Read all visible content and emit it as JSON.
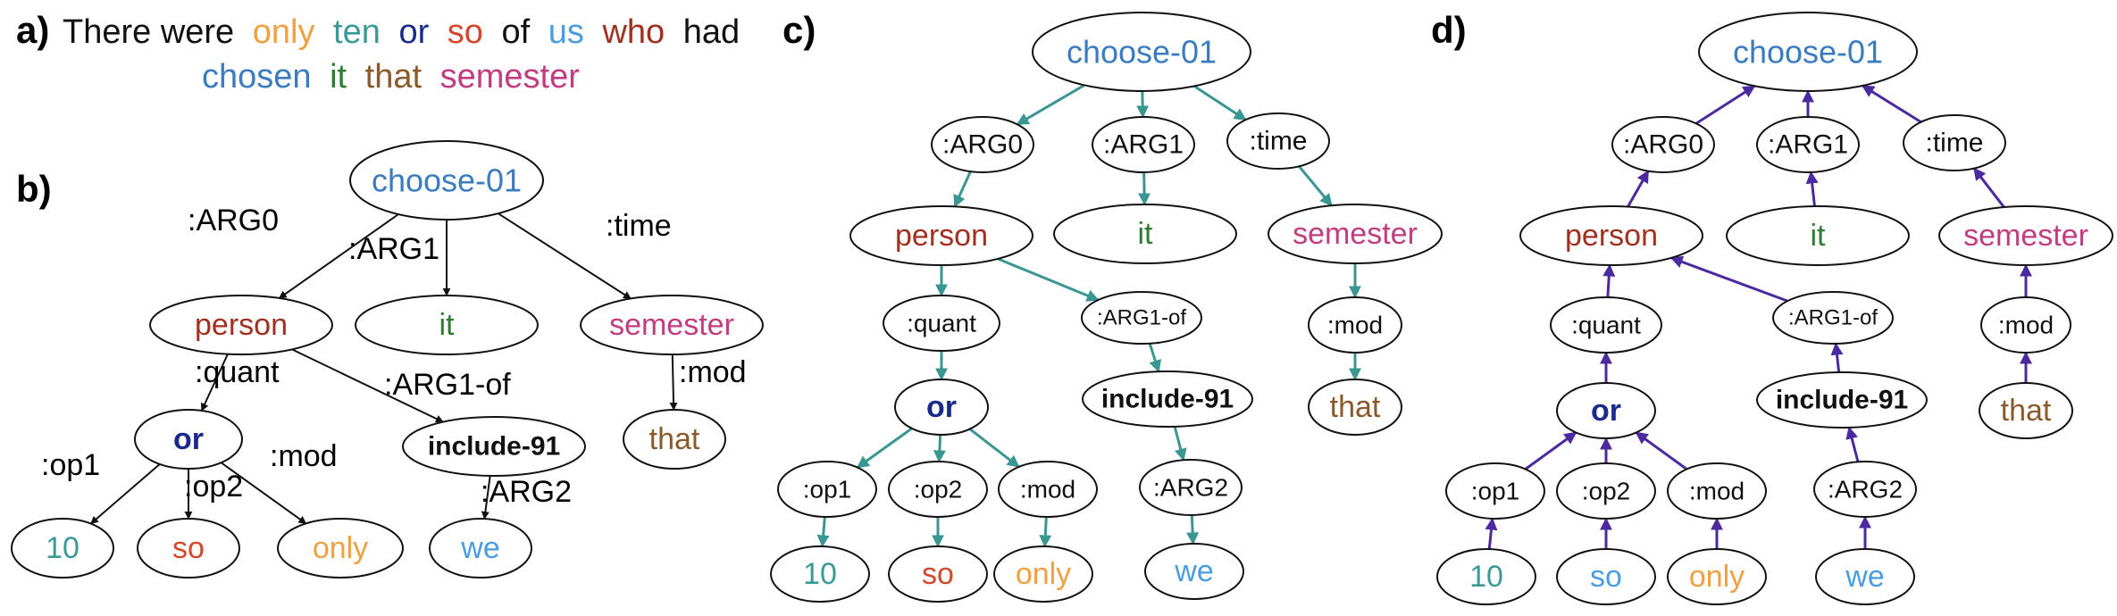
{
  "panels": {
    "a": "a)",
    "b": "b)",
    "c": "c)",
    "d": "d)"
  },
  "sentence": {
    "line1": [
      {
        "text": "There were",
        "color": "#111111"
      },
      {
        "text": "only",
        "color": "#f0a040"
      },
      {
        "text": "ten",
        "color": "#3a9a96"
      },
      {
        "text": "or",
        "color": "#1a2a8a"
      },
      {
        "text": "so",
        "color": "#d4472a"
      },
      {
        "text": "of",
        "color": "#111111"
      },
      {
        "text": "us",
        "color": "#4a9de0"
      },
      {
        "text": "who",
        "color": "#a23020"
      },
      {
        "text": "had",
        "color": "#111111"
      }
    ],
    "line2": [
      {
        "text": "chosen",
        "color": "#3a7cbf"
      },
      {
        "text": "it",
        "color": "#2e7d32"
      },
      {
        "text": "that",
        "color": "#8b5a2b"
      },
      {
        "text": "semester",
        "color": "#c23c80"
      }
    ]
  },
  "colors": {
    "choose": "#3a7cbf",
    "person": "#a23020",
    "it": "#2e7d32",
    "semester": "#c23c80",
    "or": "#1a2a8a",
    "ten": "#3a9a96",
    "so": "#d4472a",
    "only": "#f0a040",
    "that": "#8b5a2b",
    "we": "#4a9de0",
    "include": "#111111",
    "role": "#111111",
    "edge_b": "#111111",
    "edge_c": "#3a9690",
    "edge_d": "#4b2aa0"
  },
  "graph_b": {
    "nodes": [
      {
        "id": "choose",
        "text": "choose-01",
        "color": "choose"
      },
      {
        "id": "person",
        "text": "person",
        "color": "person"
      },
      {
        "id": "it",
        "text": "it",
        "color": "it"
      },
      {
        "id": "semester",
        "text": "semester",
        "color": "semester"
      },
      {
        "id": "or",
        "text": "or",
        "color": "or",
        "bold": true
      },
      {
        "id": "include",
        "text": "include-91",
        "color": "include",
        "bold": true
      },
      {
        "id": "that",
        "text": "that",
        "color": "that"
      },
      {
        "id": "ten",
        "text": "10",
        "color": "ten"
      },
      {
        "id": "so",
        "text": "so",
        "color": "so"
      },
      {
        "id": "only",
        "text": "only",
        "color": "only"
      },
      {
        "id": "we",
        "text": "we",
        "color": "we"
      }
    ],
    "edges": [
      {
        "from": "choose",
        "to": "person",
        "label": ":ARG0"
      },
      {
        "from": "choose",
        "to": "it",
        "label": ":ARG1"
      },
      {
        "from": "choose",
        "to": "semester",
        "label": ":time"
      },
      {
        "from": "person",
        "to": "or",
        "label": ":quant"
      },
      {
        "from": "person",
        "to": "include",
        "label": ":ARG1-of"
      },
      {
        "from": "semester",
        "to": "that",
        "label": ":mod"
      },
      {
        "from": "or",
        "to": "ten",
        "label": ":op1"
      },
      {
        "from": "or",
        "to": "so",
        "label": ":op2"
      },
      {
        "from": "or",
        "to": "only",
        "label": ":mod"
      },
      {
        "from": "include",
        "to": "we",
        "label": ":ARG2"
      }
    ]
  },
  "graph_c": {
    "nodes": [
      {
        "id": "choose",
        "text": "choose-01",
        "color": "choose"
      },
      {
        "id": "arg0",
        "text": ":ARG0",
        "color": "role"
      },
      {
        "id": "arg1",
        "text": ":ARG1",
        "color": "role"
      },
      {
        "id": "time",
        "text": ":time",
        "color": "role"
      },
      {
        "id": "person",
        "text": "person",
        "color": "person"
      },
      {
        "id": "it",
        "text": "it",
        "color": "it"
      },
      {
        "id": "semester",
        "text": "semester",
        "color": "semester"
      },
      {
        "id": "quant",
        "text": ":quant",
        "color": "role"
      },
      {
        "id": "arg1of",
        "text": ":ARG1-of",
        "color": "role"
      },
      {
        "id": "mod",
        "text": ":mod",
        "color": "role"
      },
      {
        "id": "or",
        "text": "or",
        "color": "or",
        "bold": true
      },
      {
        "id": "include",
        "text": "include-91",
        "color": "include",
        "bold": true
      },
      {
        "id": "that",
        "text": "that",
        "color": "that"
      },
      {
        "id": "op1",
        "text": ":op1",
        "color": "role"
      },
      {
        "id": "op2",
        "text": ":op2",
        "color": "role"
      },
      {
        "id": "mod2",
        "text": ":mod",
        "color": "role"
      },
      {
        "id": "arg2",
        "text": ":ARG2",
        "color": "role"
      },
      {
        "id": "ten",
        "text": "10",
        "color": "ten"
      },
      {
        "id": "so",
        "text": "so",
        "color": "so"
      },
      {
        "id": "only",
        "text": "only",
        "color": "only"
      },
      {
        "id": "we",
        "text": "we",
        "color": "we"
      }
    ],
    "edges": [
      [
        "choose",
        "arg0"
      ],
      [
        "choose",
        "arg1"
      ],
      [
        "choose",
        "time"
      ],
      [
        "arg0",
        "person"
      ],
      [
        "arg1",
        "it"
      ],
      [
        "time",
        "semester"
      ],
      [
        "person",
        "quant"
      ],
      [
        "person",
        "arg1of"
      ],
      [
        "semester",
        "mod"
      ],
      [
        "quant",
        "or"
      ],
      [
        "arg1of",
        "include"
      ],
      [
        "mod",
        "that"
      ],
      [
        "or",
        "op1"
      ],
      [
        "or",
        "op2"
      ],
      [
        "or",
        "mod2"
      ],
      [
        "include",
        "arg2"
      ],
      [
        "op1",
        "ten"
      ],
      [
        "op2",
        "so"
      ],
      [
        "mod2",
        "only"
      ],
      [
        "arg2",
        "we"
      ]
    ]
  },
  "graph_d": {
    "nodes": [
      {
        "id": "choose",
        "text": "choose-01",
        "color": "choose"
      },
      {
        "id": "arg0",
        "text": ":ARG0",
        "color": "role"
      },
      {
        "id": "arg1",
        "text": ":ARG1",
        "color": "role"
      },
      {
        "id": "time",
        "text": ":time",
        "color": "role"
      },
      {
        "id": "person",
        "text": "person",
        "color": "person"
      },
      {
        "id": "it",
        "text": "it",
        "color": "it"
      },
      {
        "id": "semester",
        "text": "semester",
        "color": "semester"
      },
      {
        "id": "quant",
        "text": ":quant",
        "color": "role"
      },
      {
        "id": "arg1of",
        "text": ":ARG1-of",
        "color": "role"
      },
      {
        "id": "mod",
        "text": ":mod",
        "color": "role"
      },
      {
        "id": "or",
        "text": "or",
        "color": "or",
        "bold": true
      },
      {
        "id": "include",
        "text": "include-91",
        "color": "include",
        "bold": true
      },
      {
        "id": "that",
        "text": "that",
        "color": "that"
      },
      {
        "id": "op1",
        "text": ":op1",
        "color": "role"
      },
      {
        "id": "op2",
        "text": ":op2",
        "color": "role"
      },
      {
        "id": "mod2",
        "text": ":mod",
        "color": "role"
      },
      {
        "id": "arg2",
        "text": ":ARG2",
        "color": "role"
      },
      {
        "id": "ten",
        "text": "10",
        "color": "ten"
      },
      {
        "id": "so",
        "text": "so",
        "color": "we"
      },
      {
        "id": "only",
        "text": "only",
        "color": "only"
      },
      {
        "id": "we",
        "text": "we",
        "color": "we"
      }
    ],
    "edges": [
      [
        "arg0",
        "choose"
      ],
      [
        "arg1",
        "choose"
      ],
      [
        "time",
        "choose"
      ],
      [
        "person",
        "arg0"
      ],
      [
        "it",
        "arg1"
      ],
      [
        "semester",
        "time"
      ],
      [
        "quant",
        "person"
      ],
      [
        "arg1of",
        "person"
      ],
      [
        "mod",
        "semester"
      ],
      [
        "or",
        "quant"
      ],
      [
        "include",
        "arg1of"
      ],
      [
        "that",
        "mod"
      ],
      [
        "op1",
        "or"
      ],
      [
        "op2",
        "or"
      ],
      [
        "mod2",
        "or"
      ],
      [
        "arg2",
        "include"
      ],
      [
        "ten",
        "op1"
      ],
      [
        "so",
        "op2"
      ],
      [
        "only",
        "mod2"
      ],
      [
        "we",
        "arg2"
      ]
    ]
  }
}
